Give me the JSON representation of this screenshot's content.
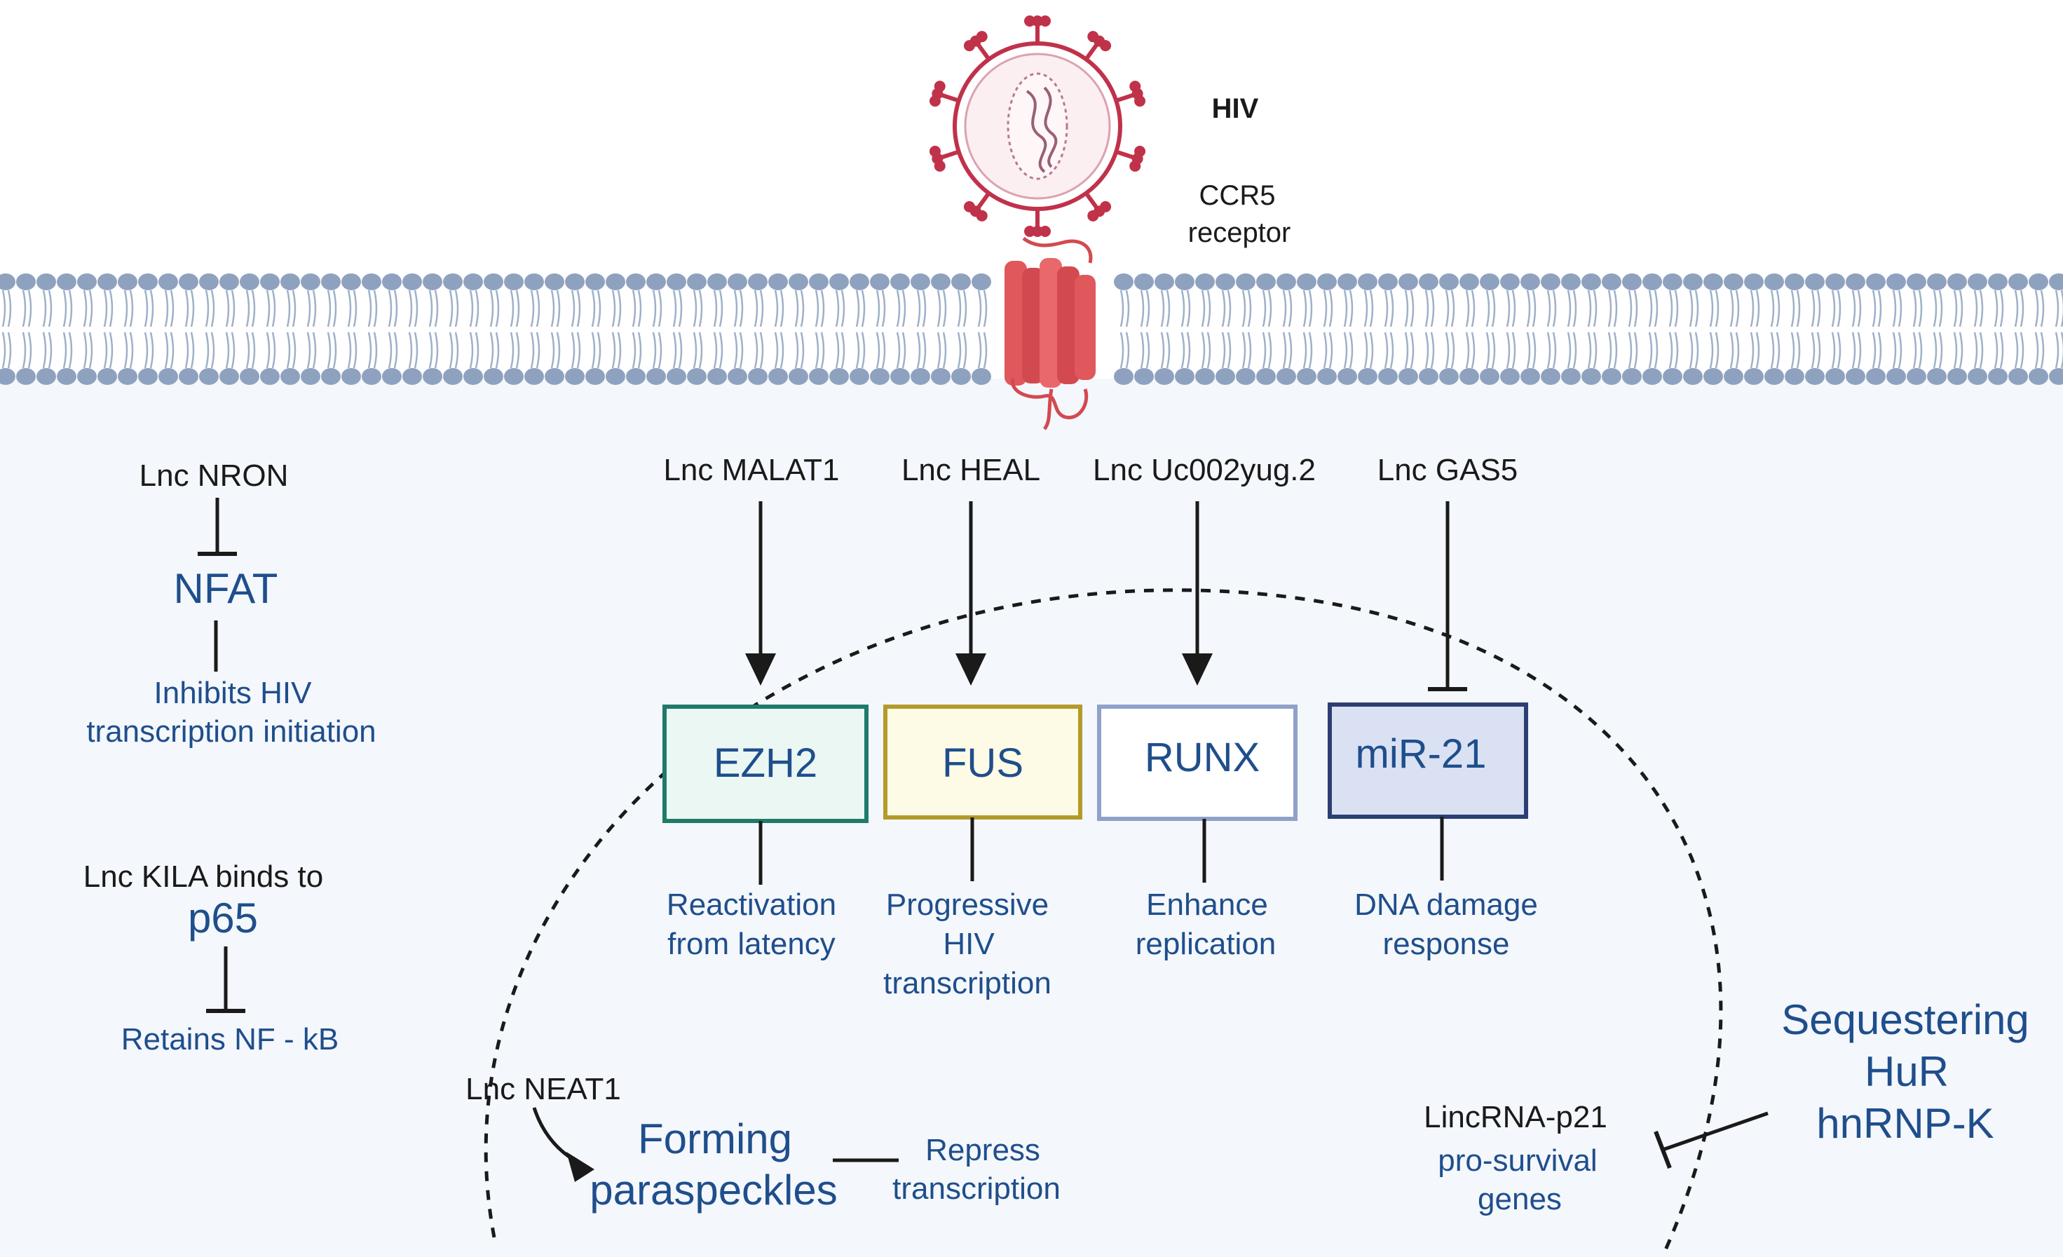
{
  "virus": {
    "label": "HIV"
  },
  "receptor": {
    "line1": "CCR5",
    "line2": "receptor"
  },
  "left": {
    "nron": "Lnc NRON",
    "nfat": "NFAT",
    "nfat_effect_1": "Inhibits HIV",
    "nfat_effect_2": "transcription initiation",
    "kila": "Lnc KILA binds to",
    "p65": "p65",
    "p65_effect": "Retains NF - kB"
  },
  "pathways": {
    "malat1": "Lnc MALAT1",
    "heal": "Lnc HEAL",
    "uc002": "Lnc Uc002yug.2",
    "gas5": "Lnc GAS5",
    "ezh2": "EZH2",
    "fus": "FUS",
    "runx": "RUNX",
    "mir21": "miR-21",
    "ezh2_effect_1": "Reactivation",
    "ezh2_effect_2": "from latency",
    "fus_effect_1": "Progressive",
    "fus_effect_2": "HIV",
    "fus_effect_3": "transcription",
    "runx_effect_1": "Enhance",
    "runx_effect_2": "replication",
    "mir21_effect_1": "DNA damage",
    "mir21_effect_2": "response"
  },
  "nucleus": {
    "neat1": "Lnc NEAT1",
    "forming_1": "Forming",
    "forming_2": "paraspeckles",
    "repress_1": "Repress",
    "repress_2": "transcription",
    "p21": "LincRNA-p21",
    "p21_effect_1": "pro-survival",
    "p21_effect_2": "genes"
  },
  "right": {
    "seq_1": "Sequestering",
    "seq_2": "HuR",
    "seq_3": "hnRNP-K"
  },
  "colors": {
    "ezh2_border": "#1f7a6a",
    "ezh2_fill": "#eaf7f3",
    "fus_border": "#b39b2a",
    "fus_fill": "#fdfbe6",
    "runx_border": "#8fa1c9",
    "runx_fill": "#ffffff",
    "mir21_border": "#2b3f73",
    "mir21_fill": "#d9e1f3",
    "text_blue": "#1f4e8c",
    "membrane_head": "#8ea2c0",
    "cytoplasm": "#f4f7fb",
    "receptor": "#e0585c",
    "virus": "#c0324a"
  }
}
